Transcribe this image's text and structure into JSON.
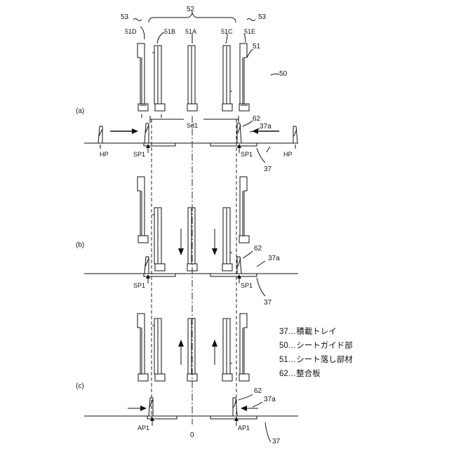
{
  "labels": {
    "l53": "53",
    "l52": "52",
    "l51D": "51D",
    "l51B": "51B",
    "l51A": "51A",
    "l51C": "51C",
    "l51E": "51E",
    "l51": "51",
    "l50": "50",
    "la": "(a)",
    "lb": "(b)",
    "lc": "(c)",
    "l62": "62",
    "l37a": "37a",
    "l37": "37",
    "lSd1": "Sd1",
    "lHP": "HP",
    "lSP1": "SP1",
    "lAP1": "AP1",
    "l0": "0"
  },
  "legend": [
    "37…積載トレイ",
    "50…シートガイド部",
    "51…シート落し部材",
    "62…整合板"
  ]
}
